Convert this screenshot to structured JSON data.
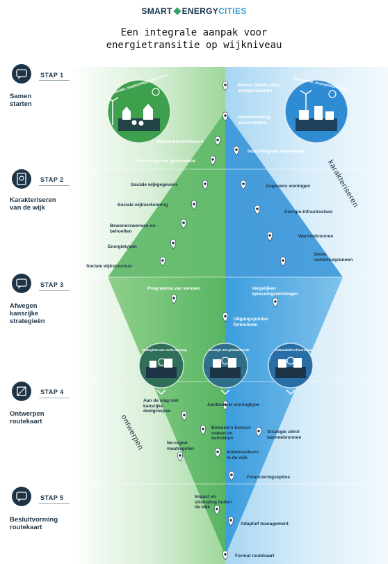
{
  "header": {
    "logo_part1": "SMART",
    "logo_part2": "ENERGY",
    "logo_part3": "CITIES",
    "title_line1": "Een integrale aanpak voor",
    "title_line2": "energietransitie op wijkniveau"
  },
  "steps": [
    {
      "label": "STAP 1",
      "desc": "Samen starten"
    },
    {
      "label": "STAP 2",
      "desc": "Karakteriseren van de wijk"
    },
    {
      "label": "STAP 3",
      "desc": "Afwegen kansrijke strategieën"
    },
    {
      "label": "STAP 4",
      "desc": "Ontwerpen routekaart"
    },
    {
      "label": "STAP 5",
      "desc": "Besluitvorming routekaart"
    }
  ],
  "circles": {
    "left_title": "Sociale, maatschappelijke route",
    "right_title": "Technische, economische route",
    "strategy1": "Strategieën met sterke aanvang",
    "strategy2": "Strategie met gebalanceerde",
    "strategy3": "Gebundelde infrastructuur"
  },
  "rotated": {
    "karakteriseren": "karakteriseren",
    "ontwerpen": "ontwerpen"
  },
  "labels": {
    "visie": "Boven- lokale visie energietransitie",
    "samenwerking": "Samenwerking stakeholders",
    "meenemen": "Meenemen bewoners",
    "expertteam": "Inzet integraal expertteam",
    "procesregie": "Procesregie en governance",
    "sociale_gegevens": "Sociale wijkgegevens",
    "gegevens_woningen": "Gegevens woningen",
    "verkenning": "Sociale wijkverkenning",
    "infrastructuur": "Energie-infrastructuur",
    "wensen": "Bewonerswensen en -behoeften",
    "warmtebronnen": "Warmtebronnen",
    "energietypen": "Energietypen",
    "ontwikkelplannen": "Delen ontwikkelplannen",
    "wijkstructuur": "Sociale wijkstructuur",
    "programma": "Programma van wensen",
    "vergelijken": "Vergelijken oplossingsrichtingen",
    "uitgangspunten": "Uitgangspunten formuleren",
    "aan_de_slag": "Aan de slag met kansrijke doelgroepen",
    "aanbod": "Aanbod per woningtype",
    "bewoners_bewust": "Bewoners bewust maken en betrekken",
    "strategie_uitrol": "Strategie uitrol warmtebronnen",
    "noregret": "No-regret maatregelen",
    "ambassadeurs": "ambassadeurs in de wijk",
    "financiering": "Financieringsopties",
    "impact": "Impact en uitstraling buiten de wijk",
    "adaptief": "Adaptief management",
    "format": "Format routekaart"
  },
  "colors": {
    "green_dark": "#4fae5e",
    "green_light": "#8fce8f",
    "blue_dark": "#2e8fd6",
    "blue_light": "#8cc8ee",
    "navy": "#1d3447"
  }
}
